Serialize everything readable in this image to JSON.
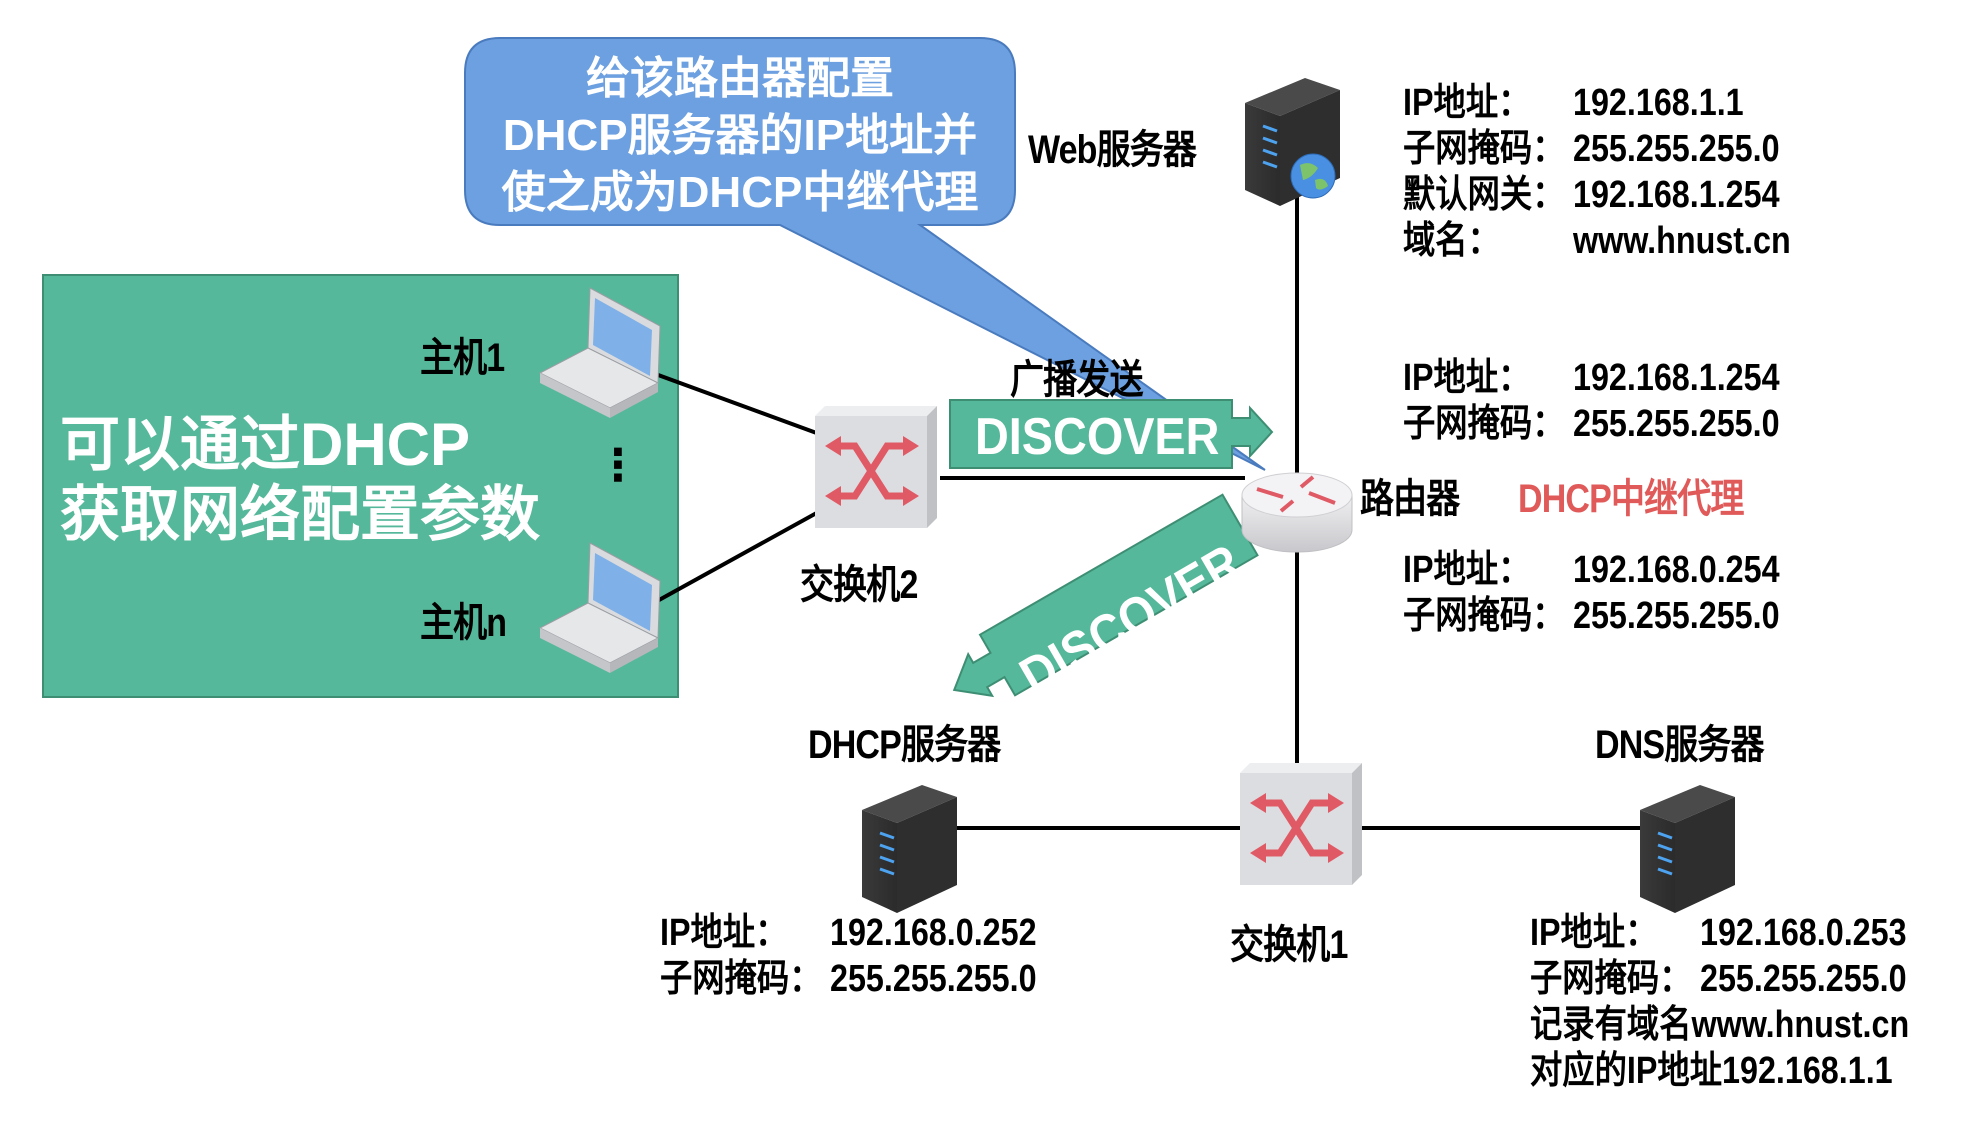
{
  "callout": {
    "lines": [
      "给该路由器配置",
      "DHCP服务器的IP地址并",
      "使之成为DHCP中继代理"
    ],
    "color": "#6CA0E0"
  },
  "client_group": {
    "text_lines": [
      "可以通过DHCP",
      "获取网络配置参数"
    ],
    "color": "#55B89A",
    "hosts": [
      {
        "label": "主机1",
        "icon": "laptop-icon"
      },
      {
        "label": "主机n",
        "icon": "laptop-icon"
      }
    ],
    "ellipsis": "⋮"
  },
  "switch2": {
    "label": "交换机2",
    "icon": "switch-icon"
  },
  "switch1": {
    "label": "交换机1",
    "icon": "switch-icon"
  },
  "broadcast": {
    "label": "广播发送",
    "message1": "DISCOVER",
    "message2": "DISCOVER",
    "color": "#55B89A"
  },
  "router": {
    "label": "路由器",
    "role": "DHCP中继代理",
    "role_color": "#E05A5A",
    "interface_upper": [
      {
        "key": "IP地址：",
        "value": "192.168.1.254"
      },
      {
        "key": "子网掩码：",
        "value": "255.255.255.0"
      }
    ],
    "interface_lower": [
      {
        "key": "IP地址：",
        "value": "192.168.0.254"
      },
      {
        "key": "子网掩码：",
        "value": "255.255.255.0"
      }
    ]
  },
  "web_server": {
    "label": "Web服务器",
    "info": [
      {
        "key": "IP地址：",
        "value": "192.168.1.1"
      },
      {
        "key": "子网掩码：",
        "value": "255.255.255.0"
      },
      {
        "key": "默认网关：",
        "value": "192.168.1.254"
      },
      {
        "key": "域名：",
        "value": "www.hnust.cn"
      }
    ]
  },
  "dhcp_server": {
    "label": "DHCP服务器",
    "info": [
      {
        "key": "IP地址：",
        "value": "192.168.0.252"
      },
      {
        "key": "子网掩码：",
        "value": "255.255.255.0"
      }
    ]
  },
  "dns_server": {
    "label": "DNS服务器",
    "info": [
      {
        "key": "IP地址：",
        "value": "192.168.0.253"
      },
      {
        "key": "子网掩码：",
        "value": "255.255.255.0"
      }
    ],
    "record_lines": [
      "记录有域名www.hnust.cn",
      "对应的IP地址192.168.1.1"
    ]
  }
}
